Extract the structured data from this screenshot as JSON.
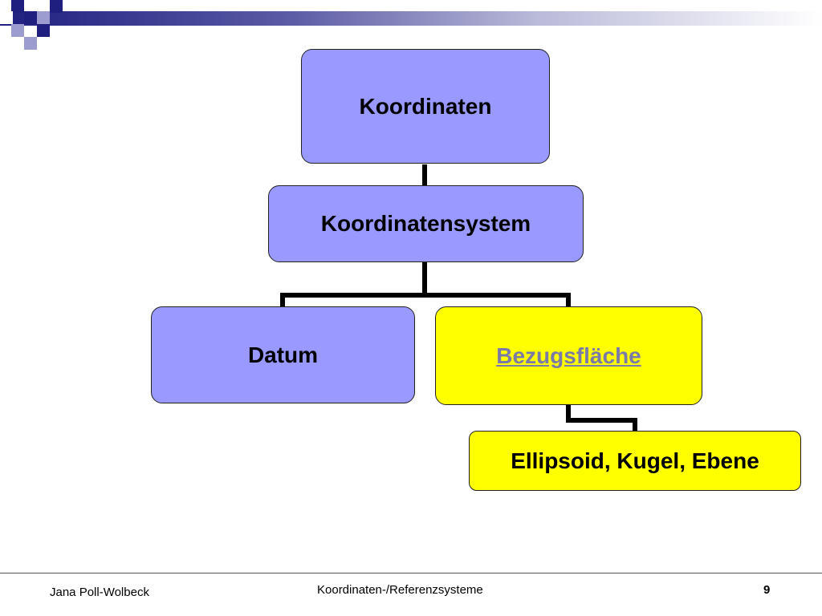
{
  "slide": {
    "nodes": {
      "koordinaten": "Koordinaten",
      "koordinatensystem": "Koordinatensystem",
      "datum": "Datum",
      "bezugsflaeche": "Bezugsfläche",
      "ellipsoid": "Ellipsoid, Kugel, Ebene"
    },
    "footer": {
      "author": "Jana Poll-Wolbeck",
      "title": "Koordinaten-/Referenzsysteme",
      "page": "9"
    }
  },
  "colors": {
    "node_blue": "#9999ff",
    "node_yellow": "#ffff00",
    "link_text": "#7a7aa8",
    "header_dark": "#1f1f80"
  }
}
